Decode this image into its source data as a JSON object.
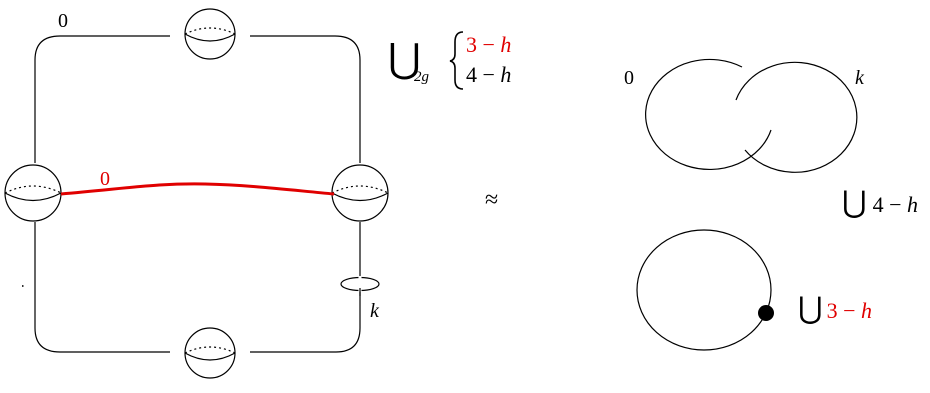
{
  "left_diagram": {
    "top_framing": "0",
    "red_arc_framing": "0",
    "meridian_label": "k"
  },
  "union_block": {
    "union_symbol": "⋃",
    "subscript": "2g",
    "cases": [
      {
        "num": "3",
        "minus": " − ",
        "var": "h",
        "color": "#e00000"
      },
      {
        "num": "4",
        "minus": " − ",
        "var": "h",
        "color": "#000000"
      }
    ]
  },
  "equivalence_symbol": "≈",
  "right_diagram": {
    "hopf_left_framing": "0",
    "hopf_right_framing": "k",
    "union_4": {
      "symbol": "⋃",
      "num": "4",
      "minus": " − ",
      "var": "h"
    },
    "union_3": {
      "symbol": "⋃",
      "num": "3",
      "minus": " − ",
      "var": "h"
    }
  },
  "colors": {
    "accent_red": "#e00000",
    "ink": "#000000"
  }
}
